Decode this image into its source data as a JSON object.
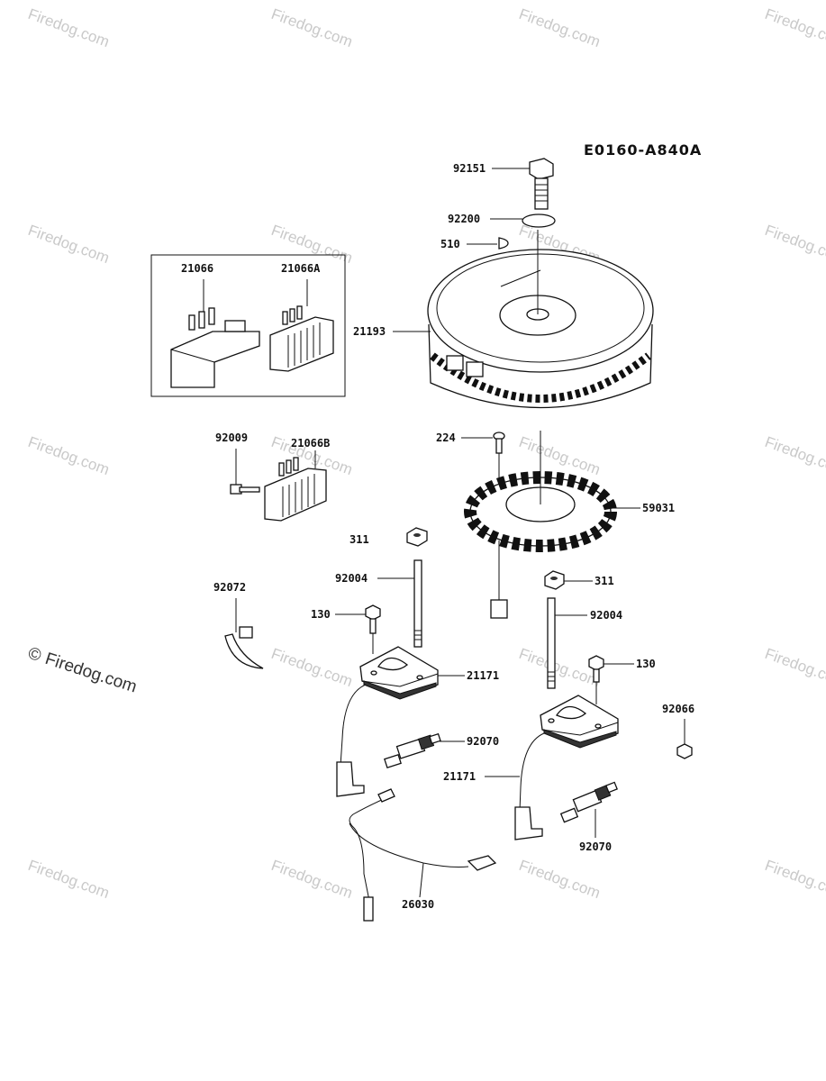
{
  "diagram_code": "E0160-A840A",
  "watermark": {
    "text": "Firedog.com",
    "copyright": "©"
  },
  "parts": [
    {
      "id": "p92151",
      "label": "92151",
      "name": "bolt"
    },
    {
      "id": "p92200",
      "label": "92200",
      "name": "washer"
    },
    {
      "id": "p510",
      "label": "510",
      "name": "key"
    },
    {
      "id": "p21066",
      "label": "21066",
      "name": "regulator"
    },
    {
      "id": "p21066A",
      "label": "21066A",
      "name": "regulator-alt"
    },
    {
      "id": "p21193",
      "label": "21193",
      "name": "flywheel"
    },
    {
      "id": "p92009",
      "label": "92009",
      "name": "screw"
    },
    {
      "id": "p21066B",
      "label": "21066B",
      "name": "regulator-b"
    },
    {
      "id": "p224",
      "label": "224",
      "name": "bolt-small"
    },
    {
      "id": "p59031",
      "label": "59031",
      "name": "stator"
    },
    {
      "id": "p311a",
      "label": "311",
      "name": "nut-left"
    },
    {
      "id": "p311b",
      "label": "311",
      "name": "nut-right"
    },
    {
      "id": "p92004a",
      "label": "92004",
      "name": "stud-left"
    },
    {
      "id": "p92004b",
      "label": "92004",
      "name": "stud-right"
    },
    {
      "id": "p92072",
      "label": "92072",
      "name": "clamp"
    },
    {
      "id": "p130a",
      "label": "130",
      "name": "bolt-130-left"
    },
    {
      "id": "p130b",
      "label": "130",
      "name": "bolt-130-right"
    },
    {
      "id": "p21171a",
      "label": "21171",
      "name": "ignition-coil-left"
    },
    {
      "id": "p21171b",
      "label": "21171",
      "name": "ignition-coil-right"
    },
    {
      "id": "p92066",
      "label": "92066",
      "name": "nut-small"
    },
    {
      "id": "p92070a",
      "label": "92070",
      "name": "spark-plug-left"
    },
    {
      "id": "p92070b",
      "label": "92070",
      "name": "spark-plug-right"
    },
    {
      "id": "p26030",
      "label": "26030",
      "name": "harness"
    }
  ]
}
